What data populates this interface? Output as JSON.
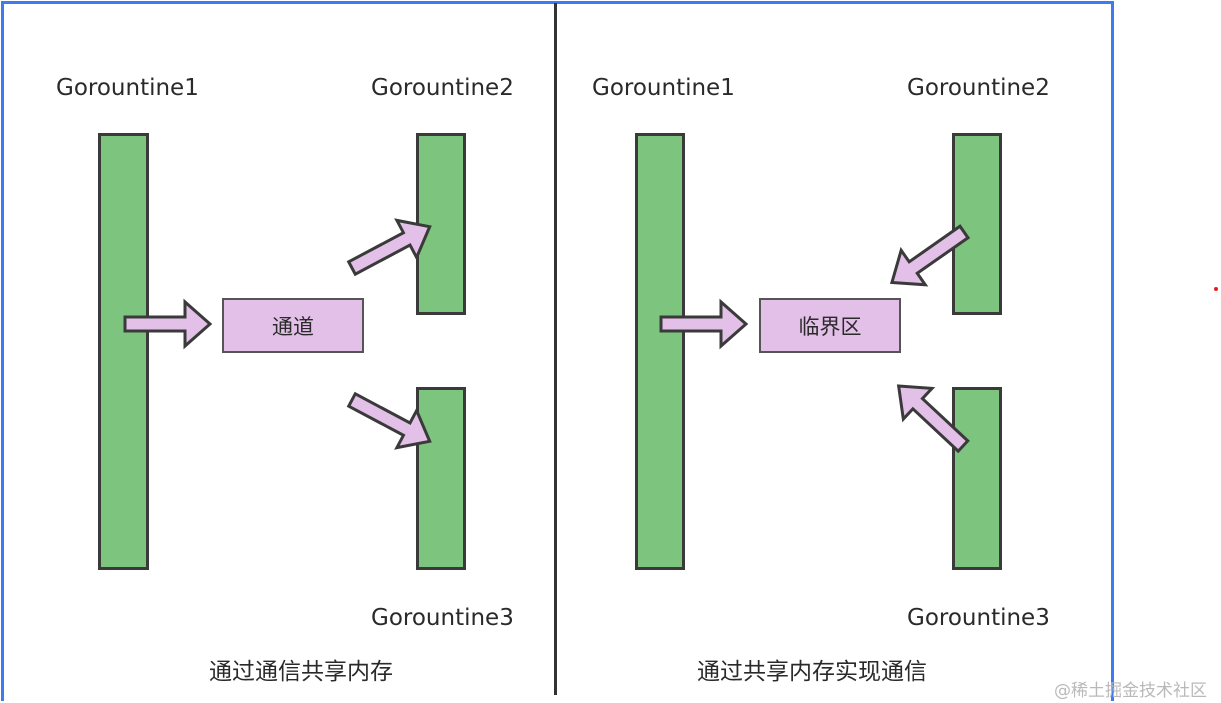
{
  "left_panel": {
    "goroutine1": "Gorountine1",
    "goroutine2": "Gorountine2",
    "goroutine3": "Gorountine3",
    "center_box": "通道",
    "caption": "通过通信共享内存"
  },
  "right_panel": {
    "goroutine1": "Gorountine1",
    "goroutine2": "Gorountine2",
    "goroutine3": "Gorountine3",
    "center_box": "临界区",
    "caption": "通过共享内存实现通信"
  },
  "watermark": "@稀土掘金技术社区",
  "colors": {
    "frame_border": "#3c7cf0",
    "bar_fill": "#7dc47f",
    "box_fill": "#e3c0e8",
    "arrow_fill": "#e3c0e8",
    "outline": "#3a3a3a"
  }
}
